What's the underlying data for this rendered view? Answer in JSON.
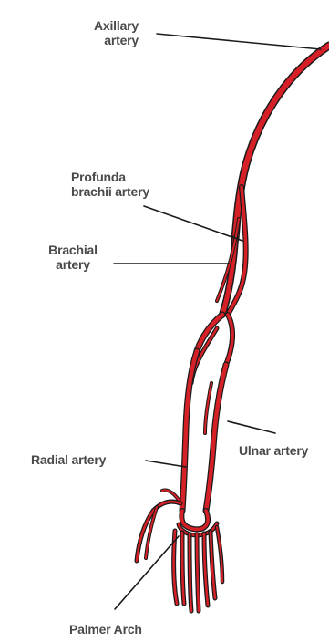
{
  "labels": {
    "axillary": [
      "Axillary",
      "artery"
    ],
    "profunda": [
      "Profunda",
      "brachii artery"
    ],
    "brachial": [
      "Brachial",
      "artery"
    ],
    "radial": "Radial artery",
    "ulnar": "Ulnar artery",
    "palmer": "Palmer Arch"
  },
  "colors": {
    "artery_fill": "#d62027",
    "artery_outline": "#1a1a1a",
    "leader_line": "#1a1a1a",
    "label_text": "#4a4a4a"
  }
}
